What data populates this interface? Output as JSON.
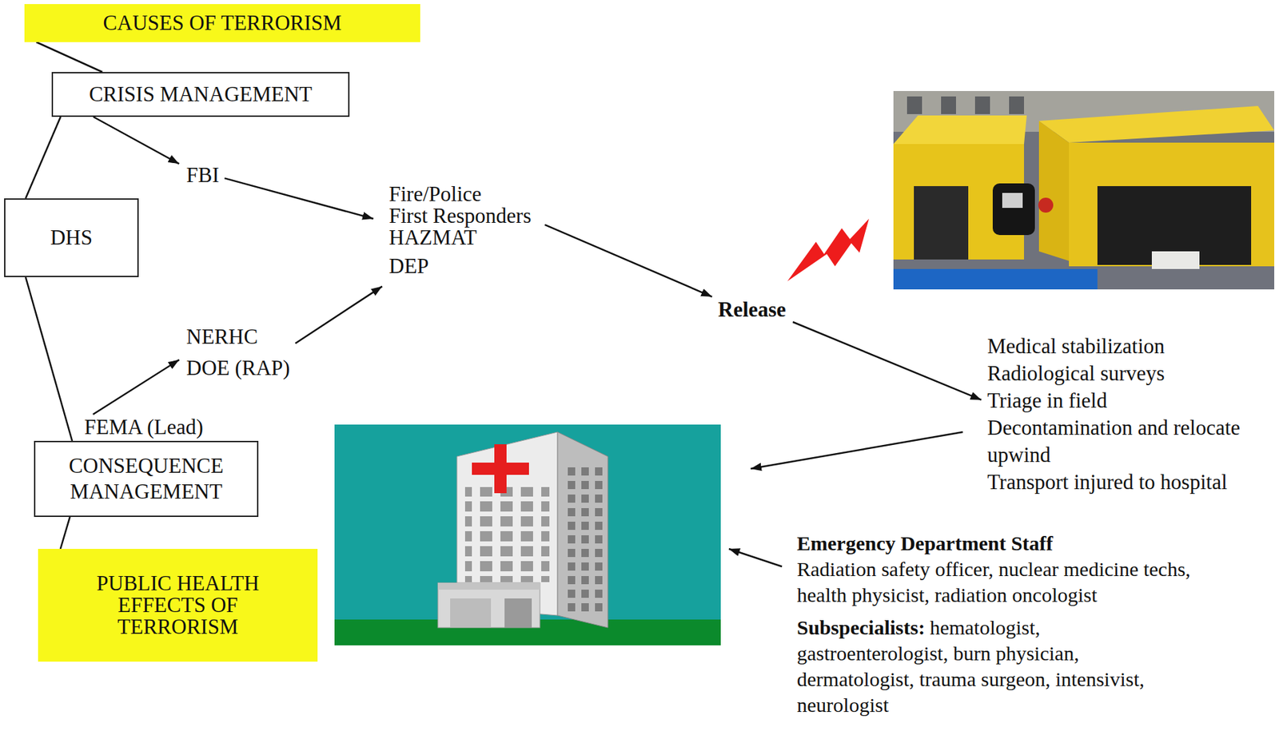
{
  "diagram": {
    "nodes": [
      {
        "text": [
          "CAUSES OF TERRORISM"
        ]
      },
      {
        "text": [
          "CRISIS MANAGEMENT"
        ]
      },
      {
        "text": [
          "FBI"
        ]
      },
      {
        "text": [
          "Fire/Police",
          "First Responders",
          "HAZMAT",
          "DEP"
        ]
      },
      {
        "text": [
          "DHS"
        ]
      },
      {
        "text": [
          "Release"
        ]
      },
      {
        "text": [
          "NERHC",
          "DOE (RAP)"
        ]
      },
      {
        "text": [
          "Medical stabilization",
          "Radiological surveys",
          "Triage in field",
          "Decontamination and relocate upwind",
          "Transport injured to hospital"
        ]
      },
      {
        "text": [
          "FEMA (Lead)"
        ]
      },
      {
        "text": [
          "CONSEQUENCE MANAGEMENT"
        ]
      },
      {
        "text": [
          "PUBLIC HEALTH EFFECTS OF TERRORISM"
        ]
      }
    ],
    "edges": [
      {
        "from": 0,
        "to": 1,
        "arrow": "none"
      },
      {
        "from": 1,
        "to": 2,
        "arrow": "to"
      },
      {
        "from": 2,
        "to": 3,
        "arrow": "to"
      },
      {
        "from": 6,
        "to": 3,
        "arrow": "to"
      },
      {
        "from": 8,
        "to": 6,
        "arrow": "to"
      },
      {
        "from": 3,
        "to": 5,
        "arrow": "to"
      },
      {
        "from": 5,
        "to": 7,
        "arrow": "to"
      },
      {
        "from": 1,
        "to": 4,
        "arrow": "none"
      },
      {
        "from": 4,
        "to": 9,
        "arrow": "none"
      },
      {
        "from": 9,
        "to": 10,
        "arrow": "none"
      }
    ],
    "labels": [
      "Emergency Department Staff",
      "Radiation safety officer, nuclear medicine techs, health physicist, radiation oncologist",
      "Subspecialists:",
      "hematologist, gastroenterologist, burn physician, dermatologist, trauma surgeon, intensivist, neurologist"
    ]
  }
}
